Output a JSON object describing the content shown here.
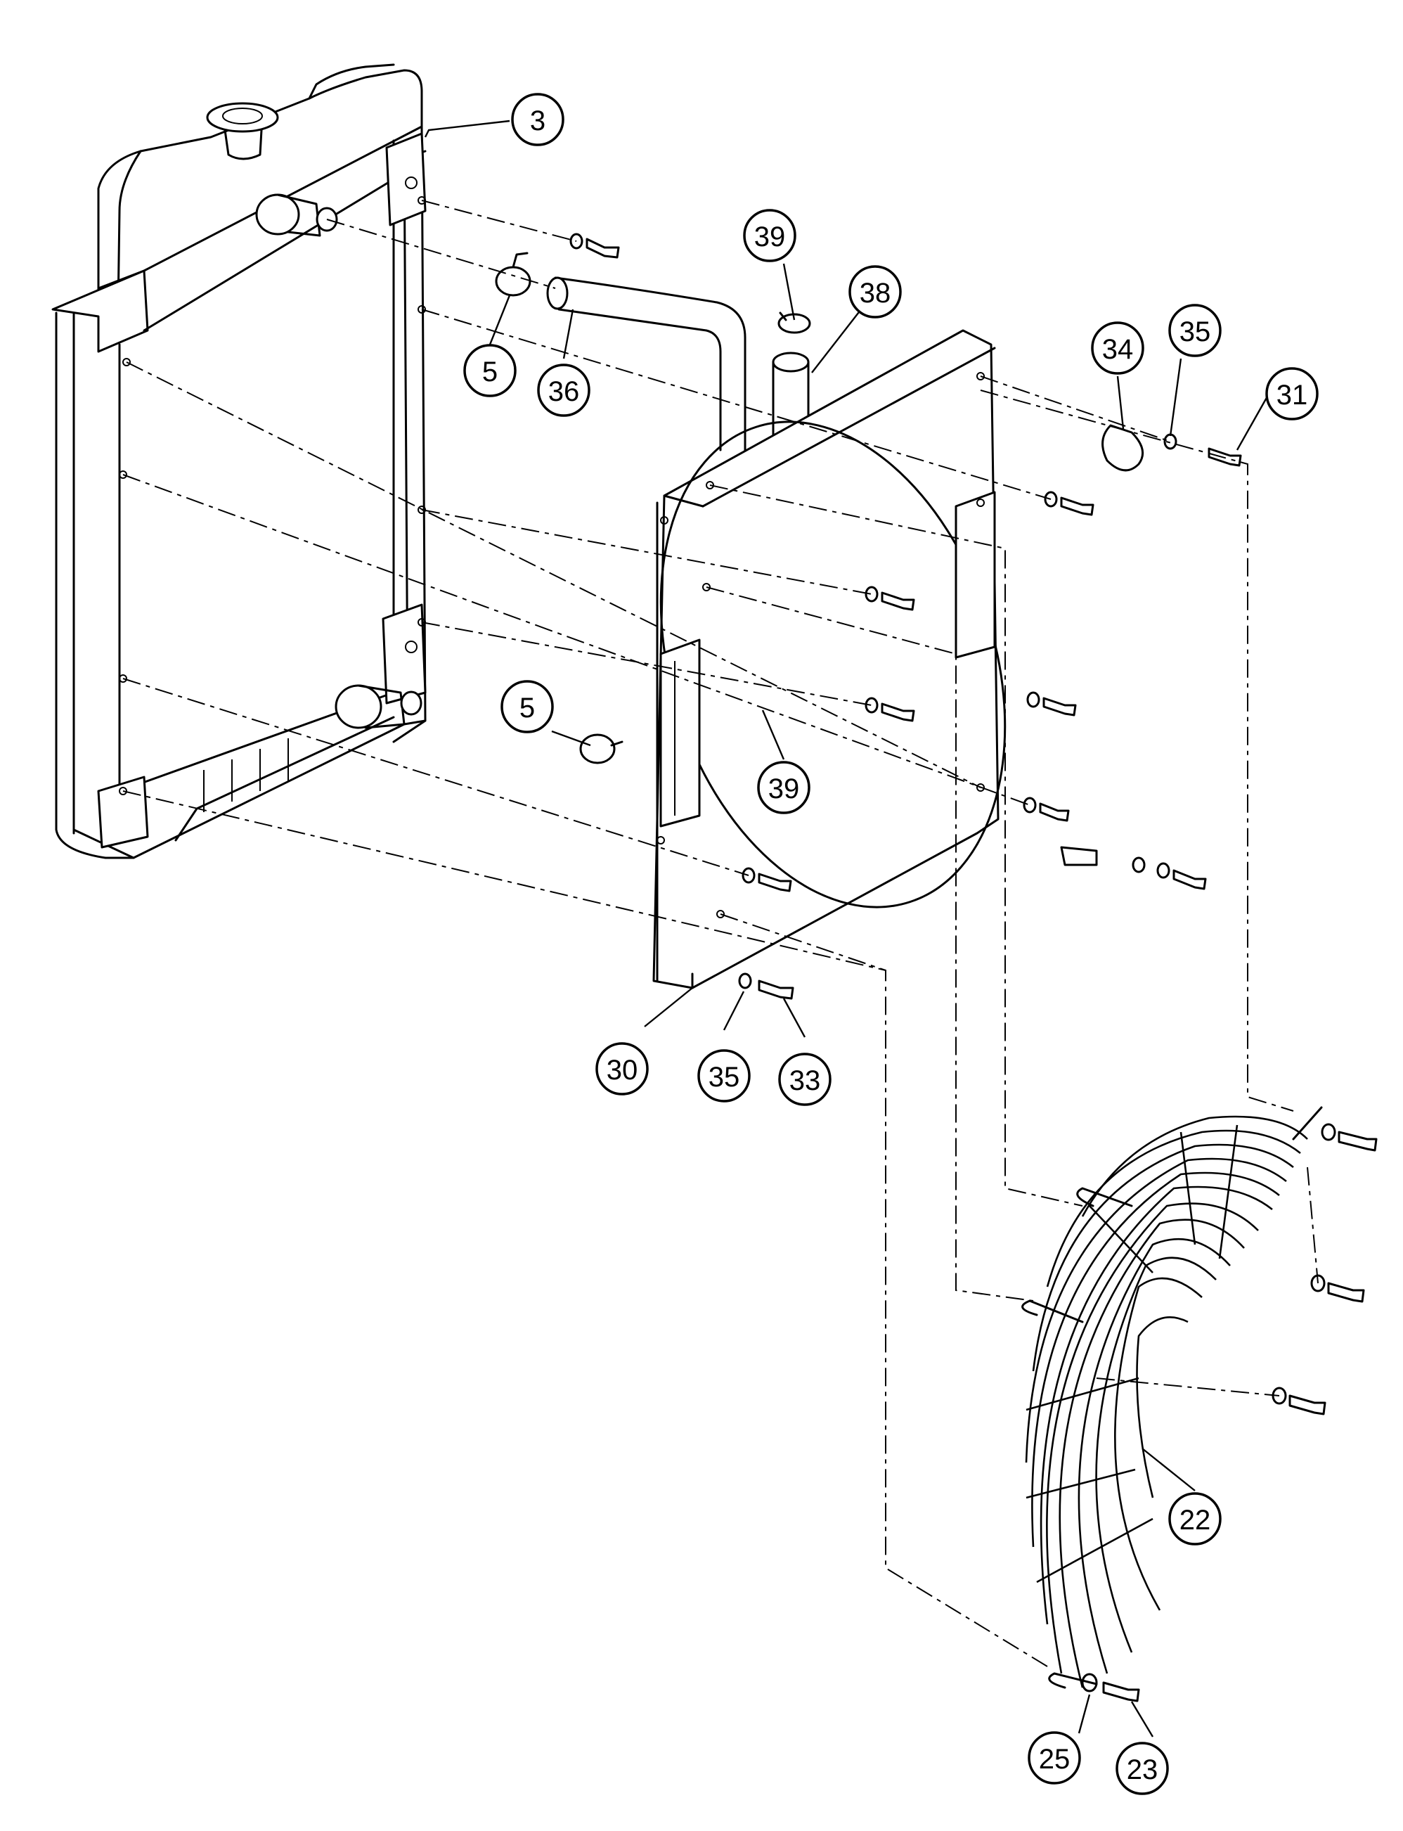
{
  "callouts": [
    {
      "label": "3"
    },
    {
      "label": "39"
    },
    {
      "label": "38"
    },
    {
      "label": "34"
    },
    {
      "label": "35"
    },
    {
      "label": "31"
    },
    {
      "label": "5"
    },
    {
      "label": "36"
    },
    {
      "label": "5"
    },
    {
      "label": "39"
    },
    {
      "label": "30"
    },
    {
      "label": "35"
    },
    {
      "label": "33"
    },
    {
      "label": "22"
    },
    {
      "label": "25"
    },
    {
      "label": "23"
    }
  ]
}
